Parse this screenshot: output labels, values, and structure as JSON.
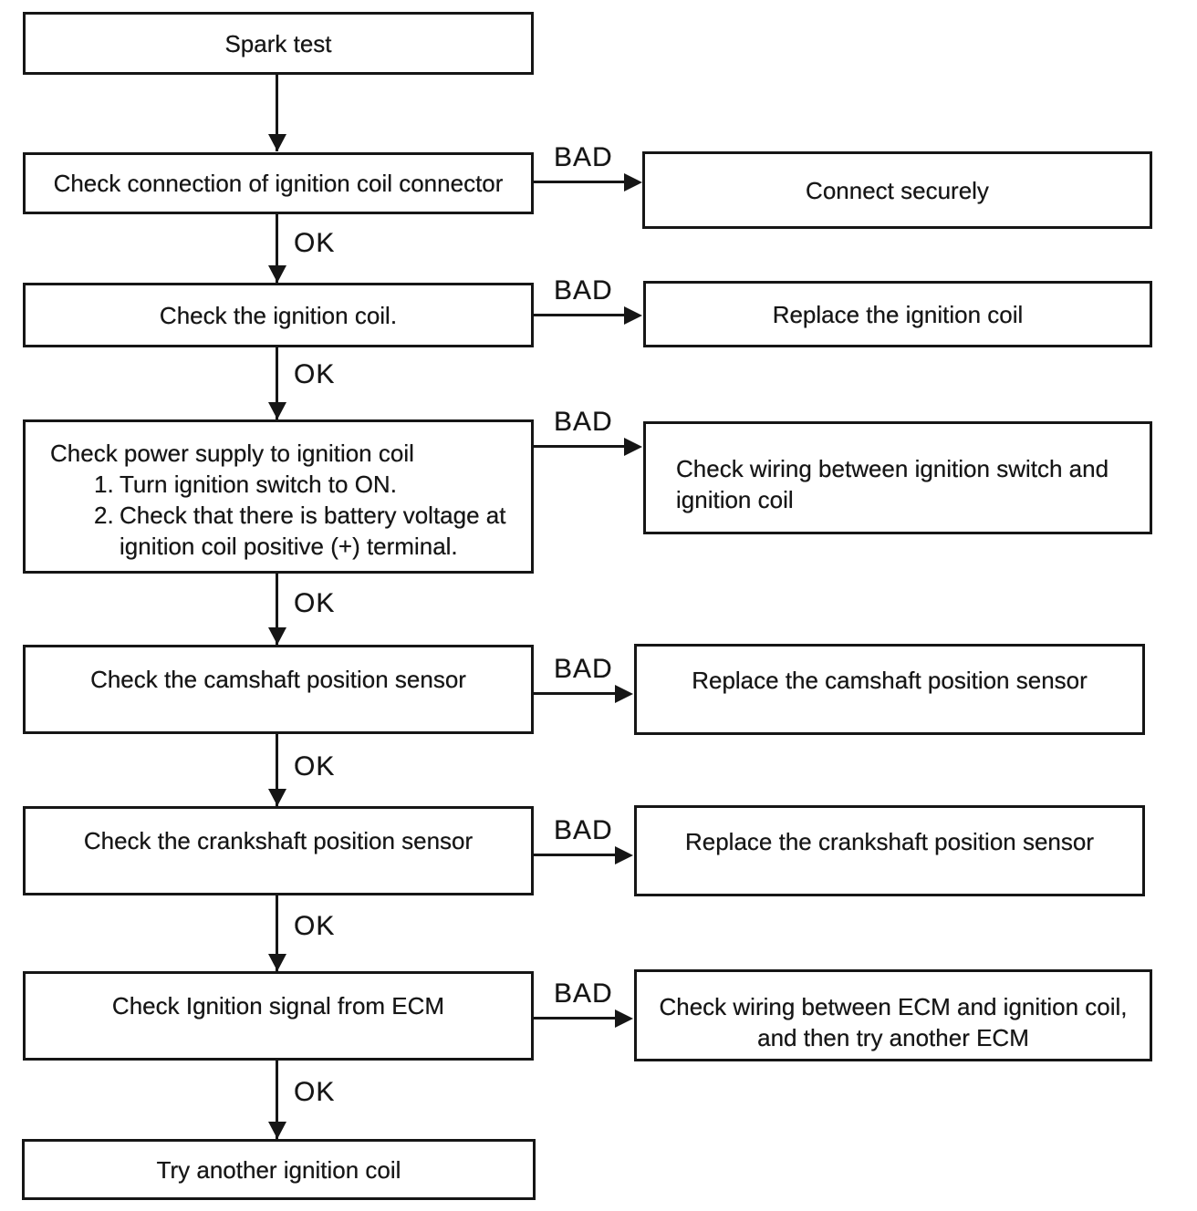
{
  "diagram": {
    "kind": "ignition-system-troubleshooting-flowchart",
    "background_color": "#ffffff",
    "ink_color": "#161616"
  },
  "connectors": {
    "ok": "OK",
    "bad": "BAD"
  },
  "nodes": {
    "spark_test": "Spark test",
    "check_connection": "Check connection of ignition coil connector",
    "connect_securely": "Connect securely",
    "check_ignition_coil": "Check the ignition coil.",
    "replace_ignition_coil": "Replace the ignition coil",
    "check_power_supply": {
      "title": "Check power supply to ignition coil",
      "steps": [
        {
          "num": "1.",
          "lines": [
            "Turn ignition switch to ON.",
            ""
          ]
        },
        {
          "num": "2.",
          "lines": [
            "Check that there is battery voltage at",
            "ignition coil positive (+) terminal."
          ]
        }
      ]
    },
    "check_wiring_switch": {
      "lines": [
        "Check wiring between ignition switch and",
        "ignition coil"
      ]
    },
    "check_camshaft_sensor": "Check the camshaft position sensor",
    "replace_camshaft_sensor": "Replace the camshaft position sensor",
    "check_crankshaft_sensor": "Check the crankshaft position sensor",
    "replace_crankshaft_sensor": "Replace the crankshaft position sensor",
    "check_ecm_signal": "Check Ignition signal from ECM",
    "check_wiring_ecm": {
      "lines": [
        "Check wiring between ECM and ignition coil,",
        "and then try another ECM"
      ]
    },
    "try_another_coil": "Try another ignition coil"
  }
}
